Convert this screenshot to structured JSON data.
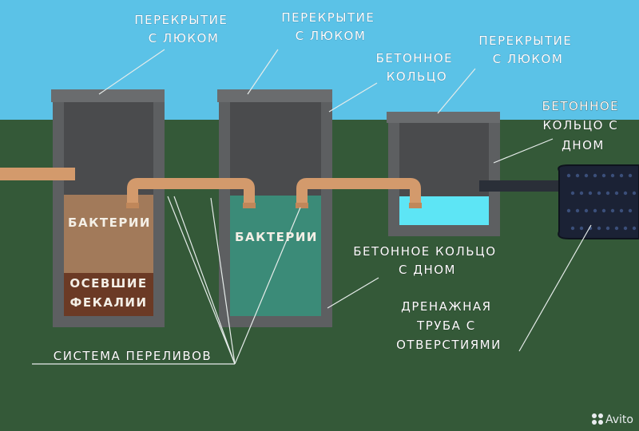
{
  "labels": {
    "lid1": [
      "ПЕРЕКРЫТИЕ",
      "С ЛЮКОМ"
    ],
    "lid2": [
      "ПЕРЕКРЫТИЕ",
      "С ЛЮКОМ"
    ],
    "ring1": [
      "БЕТОННОЕ",
      "КОЛЬЦО"
    ],
    "lid3": [
      "ПЕРЕКРЫТИЕ",
      "С ЛЮКОМ"
    ],
    "ring_bottom_right": [
      "БЕТОННОЕ",
      "КОЛЬЦО С",
      "ДНОМ"
    ],
    "bacteria1": "БАКТЕРИИ",
    "settled1": "ОСЕВШИЕ",
    "settled2": "ФЕКАЛИИ",
    "bacteria2": "БАКТЕРИИ",
    "ring_bottom_mid": [
      "БЕТОННОЕ КОЛЬЦО",
      "С ДНОМ"
    ],
    "drain": [
      "ДРЕНАЖНАЯ",
      "ТРУБА С",
      "ОТВЕРСТИЯМИ"
    ],
    "overflow": "СИСТЕМА ПЕРЕЛИВОВ"
  },
  "watermark": "Avito",
  "colors": {
    "sky": "#5bc2e7",
    "ground": "#345938",
    "concrete": "#5d5f61",
    "chamber": "#4a4b4d",
    "lid": "#6a6c6e",
    "pipe": "#d39a6c",
    "sludge_bacteria": "#a27a5a",
    "sludge_settled": "#6b3a25",
    "water_green": "#3b8b78",
    "water_clear": "#5de5f5",
    "drain_body": "#1b2235"
  }
}
